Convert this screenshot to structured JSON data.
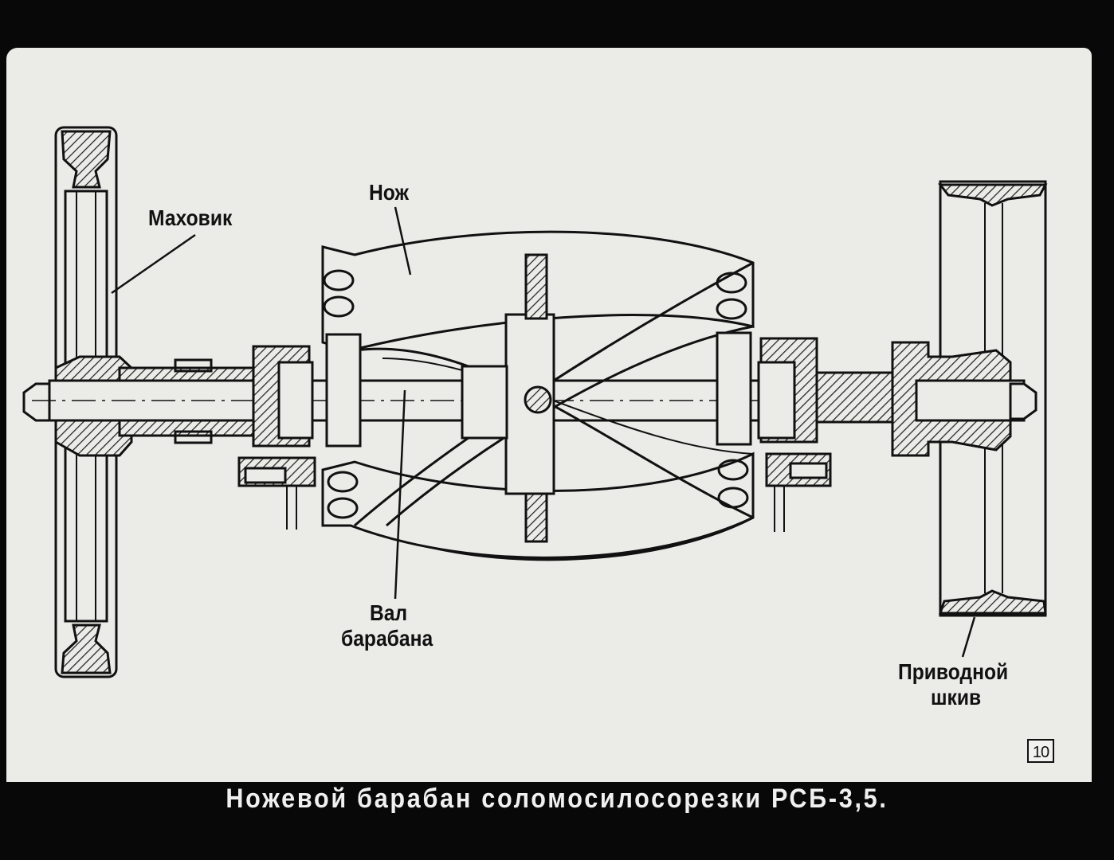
{
  "labels": {
    "flywheel": "Маховик",
    "knife": "Нож",
    "shaft_line1": "Вал",
    "shaft_line2": "барабана",
    "pulley_line1": "Приводной",
    "pulley_line2": "шкив"
  },
  "page_number": "10",
  "caption": "Ножевой барабан соломосилосорезки РСБ-3,5.",
  "colors": {
    "background": "#080808",
    "paper": "#ebebe8",
    "ink": "#111111"
  }
}
